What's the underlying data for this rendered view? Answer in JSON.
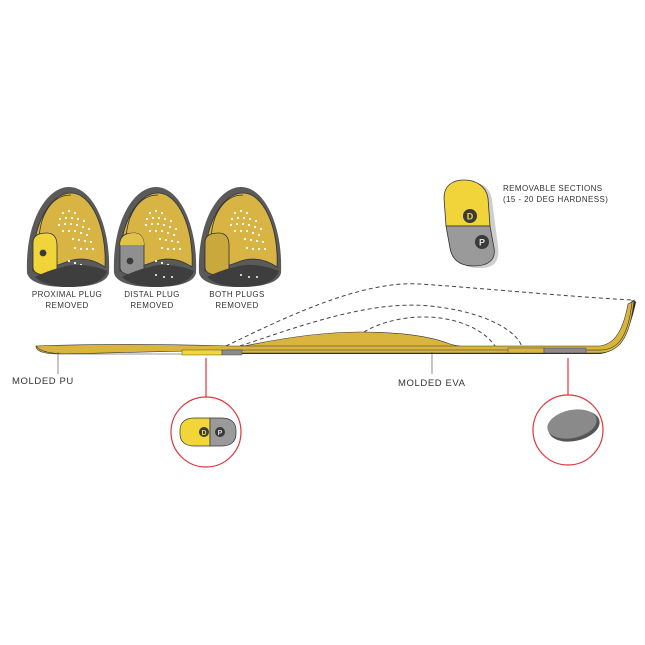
{
  "colors": {
    "insole_yellow": "#d9b540",
    "insole_dark_yellow": "#b08a1f",
    "outline": "#333333",
    "plug_gray": "#8c8c8c",
    "dark_base": "#3a3a3a",
    "callout_red": "#e0353b",
    "plug_yellow": "#f1d539"
  },
  "plug_views": [
    {
      "line1": "PROXIMAL PLUG",
      "line2": "REMOVED"
    },
    {
      "line1": "DISTAL PLUG",
      "line2": "REMOVED"
    },
    {
      "line1": "BOTH PLUGS",
      "line2": "REMOVED"
    }
  ],
  "removable": {
    "line1": "REMOVABLE SECTIONS",
    "line2": "(15 - 20 DEG HARDNESS)",
    "badge_d": "D",
    "badge_p": "P"
  },
  "labels": {
    "molded_pu": "MOLDED PU",
    "molded_eva": "MOLDED EVA"
  },
  "callouts": [
    {
      "contents": "plug pair",
      "badge_d": "D",
      "badge_p": "P"
    },
    {
      "contents": "round disc"
    }
  ]
}
